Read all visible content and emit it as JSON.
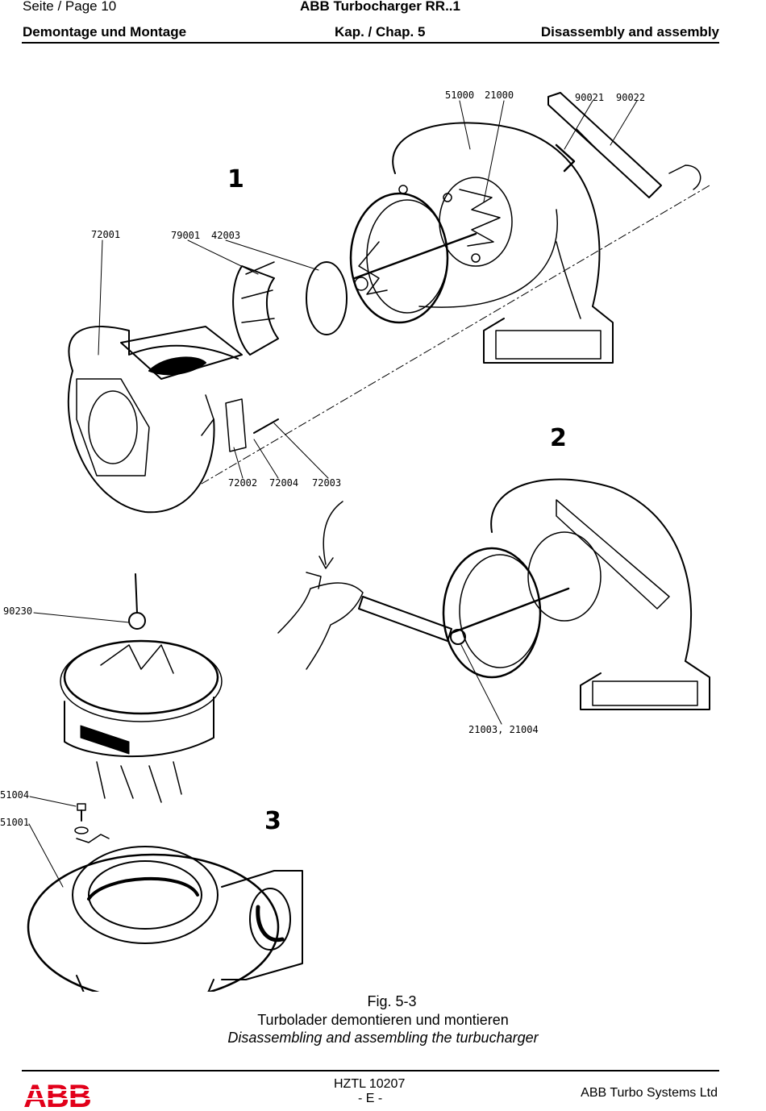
{
  "header": {
    "page": "Seite / Page  10",
    "product": "ABB Turbocharger RR..1",
    "section_de": "Demontage und Montage",
    "chapter": "Kap. / Chap. 5",
    "section_en": "Disassembly and assembly"
  },
  "figure": {
    "steps": [
      "1",
      "2",
      "3"
    ],
    "part_labels": {
      "p51000": "51000",
      "p21000": "21000",
      "p90021": "90021",
      "p90022": "90022",
      "p72001": "72001",
      "p79001": "79001",
      "p42003": "42003",
      "p72002": "72002",
      "p72004": "72004",
      "p72003": "72003",
      "p90230": "90230",
      "p21003": "21003, 21004",
      "p51004": "51004",
      "p51001": "51001"
    },
    "caption_number": "Fig. 5-3",
    "caption_de": "Turbolader demontieren und montieren",
    "caption_en": "Disassembling and assembling the turbucharger"
  },
  "footer": {
    "logo_text": "ABB",
    "doc_number": "HZTL 10207",
    "language": "- E -",
    "company": "ABB Turbo Systems Ltd"
  },
  "colors": {
    "logo": "#e2001a",
    "ink": "#000000"
  }
}
